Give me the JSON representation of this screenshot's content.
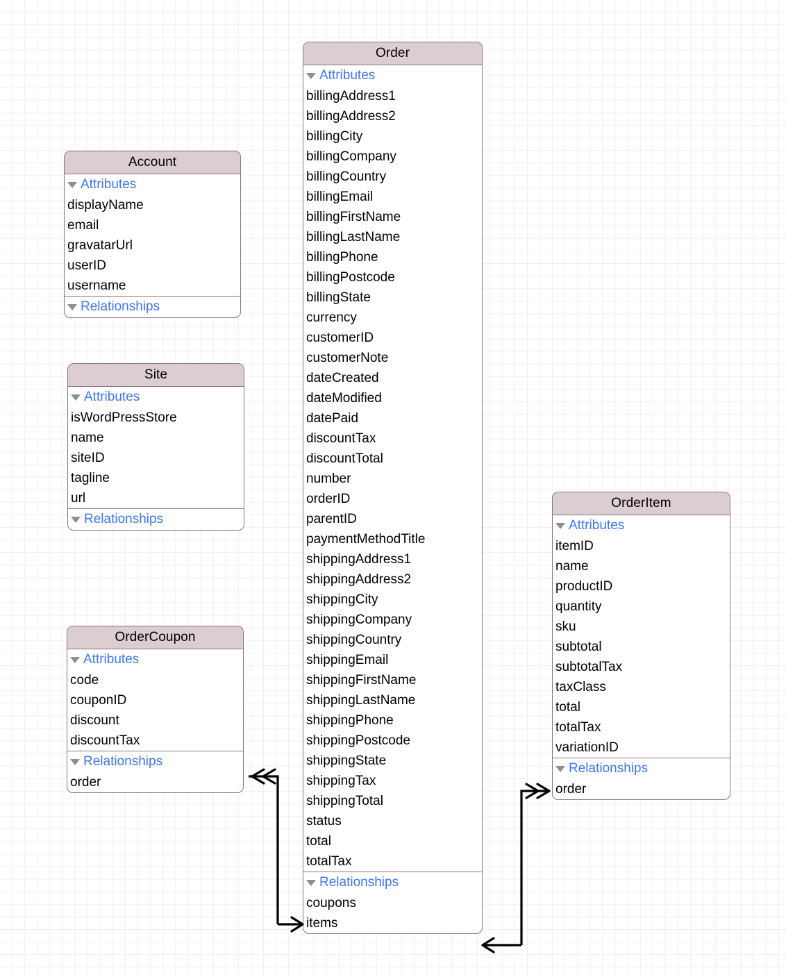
{
  "diagram": {
    "type": "entity-relationship-model",
    "background": "#ffffff",
    "grid_color": "#efefef",
    "header_fill": "#dccdd1",
    "border_color": "#8b7478",
    "section_label_color": "#3d76f5",
    "attributes_label": "Attributes",
    "relationships_label": "Relationships"
  },
  "entities": {
    "account": {
      "name": "Account",
      "attributes_label": "Attributes",
      "attributes": [
        "displayName",
        "email",
        "gravatarUrl",
        "userID",
        "username"
      ],
      "relationships_label": "Relationships",
      "relationships": []
    },
    "site": {
      "name": "Site",
      "attributes_label": "Attributes",
      "attributes": [
        "isWordPressStore",
        "name",
        "siteID",
        "tagline",
        "url"
      ],
      "relationships_label": "Relationships",
      "relationships": []
    },
    "order_coupon": {
      "name": "OrderCoupon",
      "attributes_label": "Attributes",
      "attributes": [
        "code",
        "couponID",
        "discount",
        "discountTax"
      ],
      "relationships_label": "Relationships",
      "relationships": [
        "order"
      ]
    },
    "order": {
      "name": "Order",
      "attributes_label": "Attributes",
      "attributes": [
        "billingAddress1",
        "billingAddress2",
        "billingCity",
        "billingCompany",
        "billingCountry",
        "billingEmail",
        "billingFirstName",
        "billingLastName",
        "billingPhone",
        "billingPostcode",
        "billingState",
        "currency",
        "customerID",
        "customerNote",
        "dateCreated",
        "dateModified",
        "datePaid",
        "discountTax",
        "discountTotal",
        "number",
        "orderID",
        "parentID",
        "paymentMethodTitle",
        "shippingAddress1",
        "shippingAddress2",
        "shippingCity",
        "shippingCompany",
        "shippingCountry",
        "shippingEmail",
        "shippingFirstName",
        "shippingLastName",
        "shippingPhone",
        "shippingPostcode",
        "shippingState",
        "shippingTax",
        "shippingTotal",
        "status",
        "total",
        "totalTax"
      ],
      "relationships_label": "Relationships",
      "relationships": [
        "coupons",
        "items"
      ]
    },
    "order_item": {
      "name": "OrderItem",
      "attributes_label": "Attributes",
      "attributes": [
        "itemID",
        "name",
        "productID",
        "quantity",
        "sku",
        "subtotal",
        "subtotalTax",
        "taxClass",
        "total",
        "totalTax",
        "variationID"
      ],
      "relationships_label": "Relationships",
      "relationships": [
        "order"
      ]
    }
  },
  "connections": [
    {
      "name": "order-coupons-to-ordercoupon-order",
      "from_entity": "Order",
      "from_member": "coupons",
      "to_entity": "OrderCoupon",
      "to_member": "order",
      "from_cardinality": "to-many",
      "to_cardinality": "to-one"
    },
    {
      "name": "order-items-to-orderitem-order",
      "from_entity": "Order",
      "from_member": "items",
      "to_entity": "OrderItem",
      "to_member": "order",
      "from_cardinality": "to-many",
      "to_cardinality": "to-one"
    }
  ]
}
